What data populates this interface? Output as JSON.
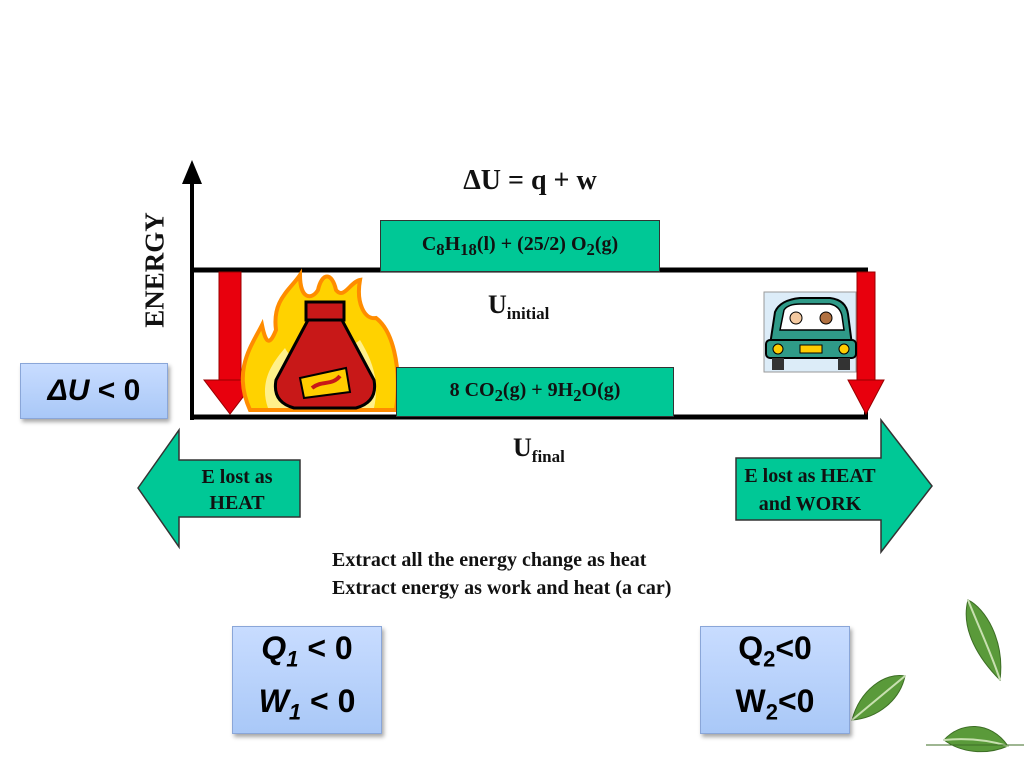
{
  "equation": {
    "lhs": "ΔU",
    "rhs": " = q + w"
  },
  "axis_label": "ENERGY",
  "reactants": {
    "p1": "C",
    "s1": "8",
    "p2": "H",
    "s2": "18",
    "p3": "(l) + (25/2) O",
    "s3": "2",
    "p4": "(g)"
  },
  "products": {
    "p1": "8 CO",
    "s1": "2",
    "p2": "(g) + 9H",
    "s2": "2",
    "p3": "O(g)"
  },
  "u_initial": {
    "main": "U",
    "sub": "initial"
  },
  "u_final": {
    "main": "U",
    "sub": "final"
  },
  "delta_u_box": {
    "sym": "ΔU",
    "rest": " < 0"
  },
  "left_arrow": {
    "line1": "E lost as",
    "line2": "HEAT"
  },
  "right_arrow": {
    "line1": "E lost as HEAT",
    "line2": "and WORK"
  },
  "captions": [
    "Extract all the energy change as heat",
    "Extract energy as work and heat (a car)"
  ],
  "q1w1": {
    "q": "Q",
    "qsub": "1",
    "qrest": " < 0",
    "w": "W",
    "wsub": "1",
    "wrest": " < 0"
  },
  "q2w2": {
    "q": "Q",
    "qsub": "2",
    "qrest": "<0",
    "w": "W",
    "wsub": "2",
    "wrest": "<0"
  },
  "colors": {
    "teal": "#00c896",
    "red_arrow": "#e8000d",
    "box_blue": "#b8d2fb",
    "leaf": "#5a9a3a"
  }
}
